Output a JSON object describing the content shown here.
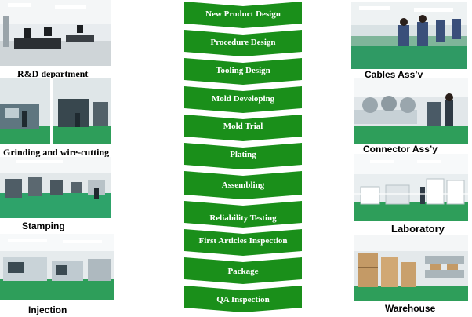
{
  "flow": {
    "steps": [
      "New Product Design",
      "Procedure Design",
      "Tooling Design",
      "Mold Developing",
      "Mold Trial",
      "Plating",
      "Assembling",
      "Reliability  Testing",
      "First  Articles Inspection",
      "Package",
      "QA Inspection"
    ]
  },
  "left_captions": {
    "rd": "R&D department",
    "grinding": "Grinding and wire-cutting",
    "stamping": "Stamping",
    "injection": "Injection"
  },
  "right_captions": {
    "cables": "Cables  Ass’y",
    "connector": "Connector  Ass’y",
    "laboratory": "Laboratory",
    "warehouse": "Warehouse"
  },
  "colors": {
    "arrow_green": "#1a8f1a",
    "floor_green": "#2e9e5a"
  }
}
